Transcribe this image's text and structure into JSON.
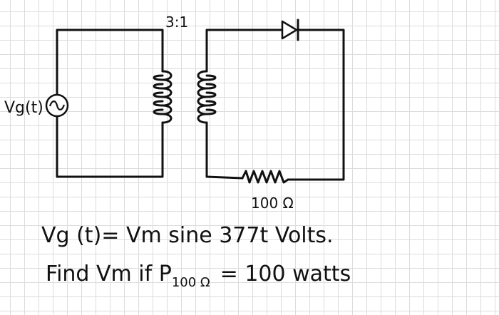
{
  "circuit": {
    "source_label": "Vg(t)",
    "turns_ratio": "3:1",
    "resistor_label": "100 Ω"
  },
  "problem": {
    "line1": "Vg (t)= Vm sine  377t Volts.",
    "line2_prefix": "Find  Vm  if  P",
    "line2_subscript": "100 Ω",
    "line2_suffix": "= 100 watts"
  },
  "colors": {
    "ink": "#111111",
    "grid": "#dcdcdc",
    "background": "#ffffff"
  },
  "icons": {
    "source": "ac-source-icon",
    "diode": "diode-icon",
    "resistor": "resistor-icon",
    "coils": "inductor-coil-icon"
  }
}
